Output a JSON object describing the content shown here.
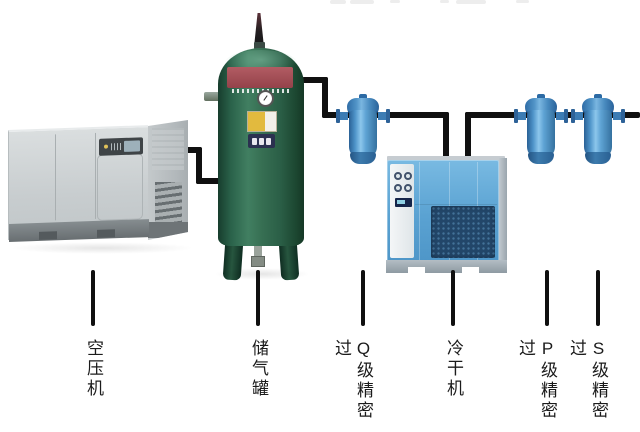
{
  "components": [
    {
      "label": "空压机"
    },
    {
      "label": "储气罐"
    },
    {
      "label": "Q级精密过"
    },
    {
      "label": "冷干机"
    },
    {
      "label": "P级精密过"
    },
    {
      "label": "S级精密过"
    }
  ],
  "colors": {
    "pipe_black": "#101010",
    "tank_green": "#2f6b4e",
    "equipment_blue": "#56a3d5",
    "banner_red": "#a4525a",
    "sticker_yellow": "#e2ba3e",
    "compressor_gray": "#c9ced0"
  }
}
